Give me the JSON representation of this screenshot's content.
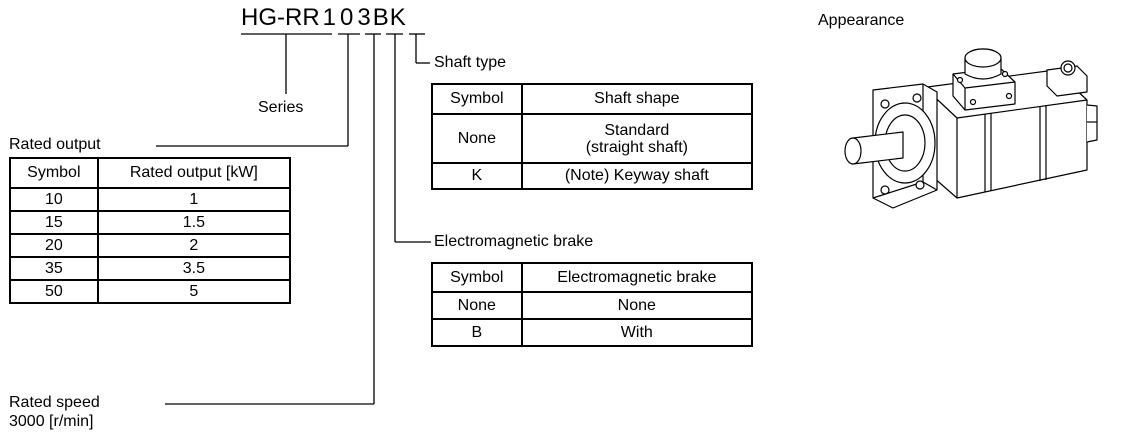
{
  "model": {
    "prefix": "HG-RR",
    "chars": [
      "1",
      "0",
      "3",
      "B",
      "K"
    ]
  },
  "labels": {
    "series": "Series",
    "rated_output": "Rated output",
    "rated_speed_1": "Rated speed",
    "rated_speed_2": "3000 [r/min]",
    "shaft_type": "Shaft type",
    "brake": "Electromagnetic brake",
    "appearance": "Appearance"
  },
  "rated_output_table": {
    "headers": [
      "Symbol",
      "Rated output [kW]"
    ],
    "rows": [
      [
        "10",
        "1"
      ],
      [
        "15",
        "1.5"
      ],
      [
        "20",
        "2"
      ],
      [
        "35",
        "3.5"
      ],
      [
        "50",
        "5"
      ]
    ]
  },
  "shaft_table": {
    "headers": [
      "Symbol",
      "Shaft shape"
    ],
    "rows": [
      [
        "None",
        "Standard",
        "(straight shaft)"
      ],
      [
        "K",
        "(Note) Keyway shaft",
        ""
      ]
    ]
  },
  "brake_table": {
    "headers": [
      "Symbol",
      "Electromagnetic brake"
    ],
    "rows": [
      [
        "None",
        "None"
      ],
      [
        "B",
        "With"
      ]
    ]
  }
}
